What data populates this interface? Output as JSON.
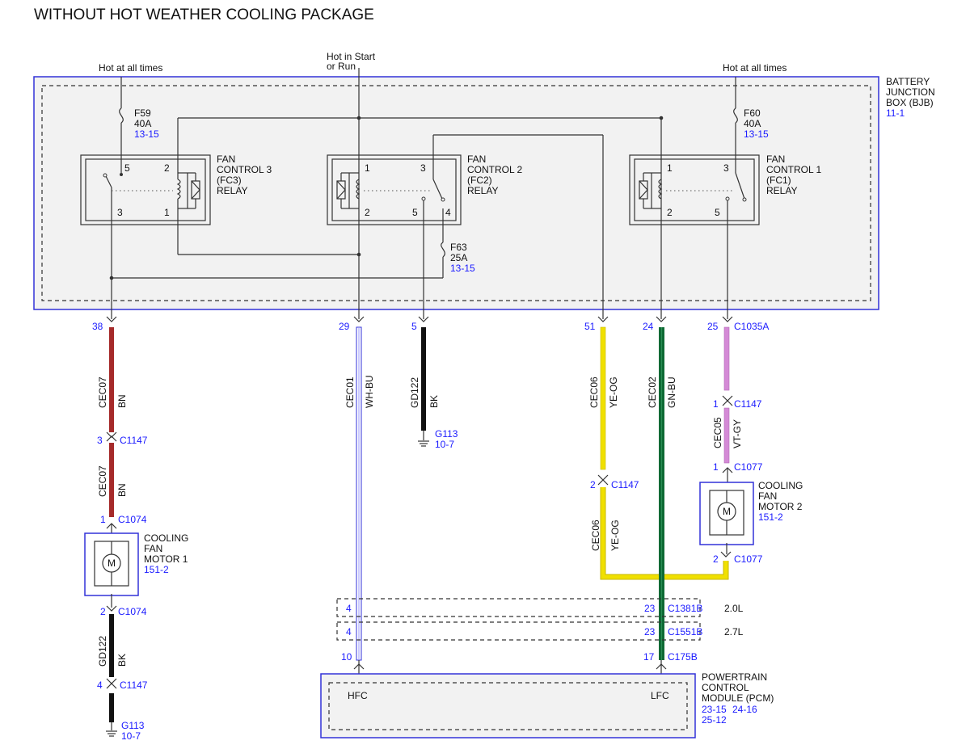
{
  "title": "WITHOUT HOT WEATHER COOLING PACKAGE",
  "colors": {
    "module_border": "#3232d8",
    "ref_text": "#1a1aff",
    "wire_brown": "#a52a2a",
    "wire_black": "#111111",
    "wire_white_blue": "#d8d8ff",
    "wire_yellow_orange": "#f0e000",
    "wire_green_blue": "#0f6a35",
    "wire_violet_gray": "#d48ad6",
    "box_fill": "#f2f2f2"
  },
  "feeds": {
    "left": "Hot at all times",
    "middle_line1": "Hot in Start",
    "middle_line2": "or Run",
    "right": "Hot at all times"
  },
  "bjb": {
    "line1": "BATTERY",
    "line2": "JUNCTION",
    "line3": "BOX (BJB)",
    "ref": "11-1"
  },
  "fuses": {
    "f59": {
      "name": "F59",
      "rating": "40A",
      "ref": "13-15"
    },
    "f60": {
      "name": "F60",
      "rating": "40A",
      "ref": "13-15"
    },
    "f63": {
      "name": "F63",
      "rating": "25A",
      "ref": "13-15"
    }
  },
  "relays": {
    "fc3": {
      "line1": "FAN",
      "line2": "CONTROL 3",
      "line3": "(FC3)",
      "line4": "RELAY",
      "pin5": "5",
      "pin2": "2",
      "pin3": "3",
      "pin1": "1"
    },
    "fc2": {
      "line1": "FAN",
      "line2": "CONTROL 2",
      "line3": "(FC2)",
      "line4": "RELAY",
      "pin1": "1",
      "pin3": "3",
      "pin2": "2",
      "pin5": "5",
      "pin4": "4"
    },
    "fc1": {
      "line1": "FAN",
      "line2": "CONTROL 1",
      "line3": "(FC1)",
      "line4": "RELAY",
      "pin1": "1",
      "pin3": "3",
      "pin2": "2",
      "pin5": "5"
    }
  },
  "bjb_pins": {
    "p38": "38",
    "p29": "29",
    "p5": "5",
    "p51": "51",
    "p24": "24",
    "p25": "25",
    "connector": "C1035A"
  },
  "wires": {
    "w1_circuit": "CEC07",
    "w1_color": "BN",
    "w2_circuit": "CEC07",
    "w2_color": "BN",
    "w3_circuit": "GD122",
    "w3_color": "BK",
    "w4_circuit": "CEC01",
    "w4_color": "WH-BU",
    "w5_circuit": "GD122",
    "w5_color": "BK",
    "w6_circuit": "CEC06",
    "w6_color": "YE-OG",
    "w7_circuit": "CEC02",
    "w7_color": "GN-BU",
    "w8_circuit": "CEC06",
    "w8_color": "YE-OG",
    "w9_circuit": "CEC05",
    "w9_color": "VT-GY"
  },
  "connectors": {
    "c1147_a_pin": "3",
    "c1147_a": "C1147",
    "c1074_a_pin": "1",
    "c1074_a": "C1074",
    "c1074_b_pin": "2",
    "c1074_b": "C1074",
    "c1147_b_pin": "4",
    "c1147_b": "C1147",
    "c1147_c_pin": "1",
    "c1147_c": "C1147",
    "c1077_a_pin": "1",
    "c1077_a": "C1077",
    "c1147_d_pin": "2",
    "c1147_d": "C1147",
    "c1077_b_pin": "2",
    "c1077_b": "C1077"
  },
  "grounds": {
    "g1_name": "G113",
    "g1_ref": "10-7",
    "g2_name": "G113",
    "g2_ref": "10-7"
  },
  "motor1": {
    "line1": "COOLING",
    "line2": "FAN",
    "line3": "MOTOR 1",
    "ref": "151-2",
    "symbol": "M"
  },
  "motor2": {
    "line1": "COOLING",
    "line2": "FAN",
    "line3": "MOTOR 2",
    "ref": "151-2",
    "symbol": "M"
  },
  "variants": {
    "row1_left_pin": "4",
    "row1_right_pin": "23",
    "row1_connector": "C1381B",
    "row1_engine": "2.0L",
    "row2_left_pin": "4",
    "row2_right_pin": "23",
    "row2_connector": "C1551B",
    "row2_engine": "2.7L"
  },
  "pcm": {
    "pin_left": "10",
    "pin_right": "17",
    "connector": "C175B",
    "hfc": "HFC",
    "lfc": "LFC",
    "line1": "POWERTRAIN",
    "line2": "CONTROL",
    "line3": "MODULE (PCM)",
    "ref1": "23-15",
    "ref2": "24-16",
    "ref3": "25-12"
  }
}
